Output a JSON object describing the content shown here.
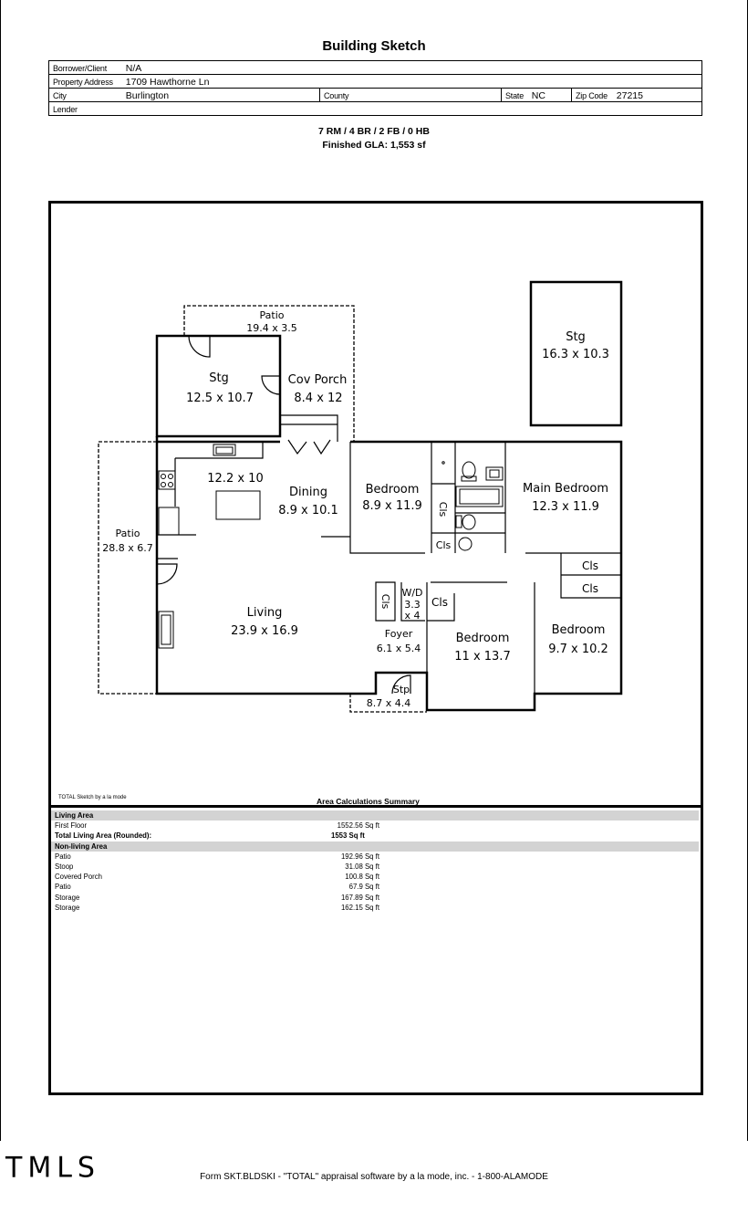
{
  "title": "Building Sketch",
  "header": {
    "borrower_label": "Borrower/Client",
    "borrower": "N/A",
    "address_label": "Property Address",
    "address": "1709 Hawthorne Ln",
    "city_label": "City",
    "city": "Burlington",
    "county_label": "County",
    "county": "",
    "state_label": "State",
    "state": "NC",
    "zip_label": "Zip Code",
    "zip": "27215",
    "lender_label": "Lender",
    "lender": ""
  },
  "summary": {
    "rooms": "7 RM / 4 BR / 2 FB / 0 HB",
    "gla": "Finished GLA: 1,553 sf"
  },
  "rooms": {
    "patio_top": {
      "name": "Patio",
      "dim": "19.4 x 3.5"
    },
    "stg_left": {
      "name": "Stg",
      "dim": "12.5 x 10.7"
    },
    "cov_porch": {
      "name": "Cov Porch",
      "dim": "8.4 x 12"
    },
    "stg_right": {
      "name": "Stg",
      "dim": "16.3 x 10.3"
    },
    "kitchen": {
      "name": "",
      "dim": "12.2 x 10"
    },
    "dining": {
      "name": "Dining",
      "dim": "8.9 x 10.1"
    },
    "bedroom1": {
      "name": "Bedroom",
      "dim": "8.9 x 11.9"
    },
    "main_bedroom": {
      "name": "Main Bedroom",
      "dim": "12.3 x 11.9"
    },
    "patio_left": {
      "name": "Patio",
      "dim": "28.8 x 6.7"
    },
    "living": {
      "name": "Living",
      "dim": "23.9 x 16.9"
    },
    "wd": {
      "name": "W/D",
      "dim1": "3.3",
      "dim2": "x 4"
    },
    "foyer": {
      "name": "Foyer",
      "dim": "6.1 x 5.4"
    },
    "bedroom2": {
      "name": "Bedroom",
      "dim": "11 x 13.7"
    },
    "bedroom3": {
      "name": "Bedroom",
      "dim": "9.7 x 10.2"
    },
    "stp": {
      "name": "Stp",
      "dim": "8.7 x 4.4"
    },
    "cls": "Cls"
  },
  "sketch_caption": "TOTAL Sketch by a la mode",
  "area": {
    "title": "Area Calculations Summary",
    "living_header": "Living Area",
    "first_floor_label": "First Floor",
    "first_floor": "1552.56 Sq ft",
    "total_label": "Total Living Area (Rounded):",
    "total": "1553 Sq ft",
    "nonliving_header": "Non-living Area",
    "items": [
      {
        "label": "Patio",
        "value": "192.96 Sq ft"
      },
      {
        "label": "Stoop",
        "value": "31.08 Sq ft"
      },
      {
        "label": "Covered Porch",
        "value": "100.8 Sq ft"
      },
      {
        "label": "Patio",
        "value": "67.9 Sq ft"
      },
      {
        "label": "Storage",
        "value": "167.89 Sq ft"
      },
      {
        "label": "Storage",
        "value": "162.15 Sq ft"
      }
    ]
  },
  "logo": "TMLS",
  "footer": "Form SKT.BLDSKI - \"TOTAL\" appraisal software by a la mode, inc. - 1-800-ALAMODE"
}
